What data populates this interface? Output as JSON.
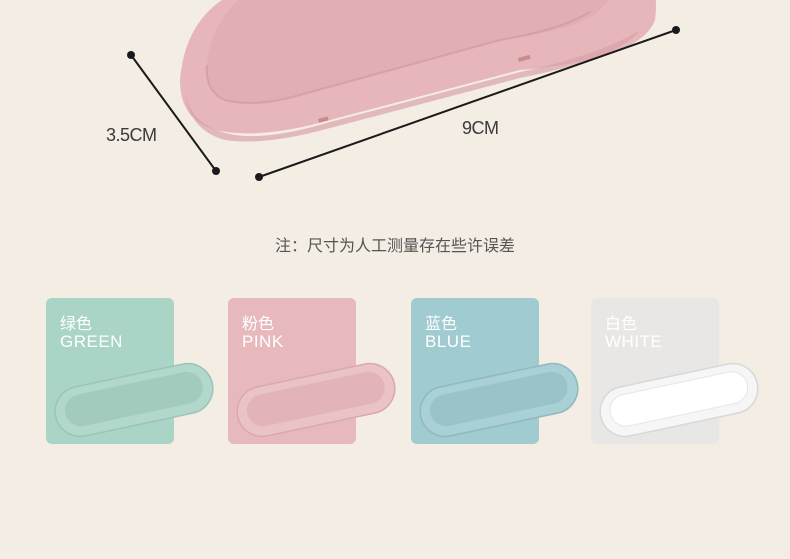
{
  "dimensions": {
    "height": "3.5CM",
    "length": "9CM"
  },
  "note": "注：尺寸为人工测量存在些许误差",
  "colors": [
    {
      "cn": "绿色",
      "en": "GREEN",
      "bg": "#a9d4c6",
      "outer": "#bcdcd2",
      "inner": "#a2cabd"
    },
    {
      "cn": "粉色",
      "en": "PINK",
      "bg": "#e7b9bd",
      "outer": "#eccacc",
      "inner": "#e2b3b7"
    },
    {
      "cn": "蓝色",
      "en": "BLUE",
      "bg": "#9fcbd1",
      "outer": "#b1d5da",
      "inner": "#99c3c9"
    },
    {
      "cn": "白色",
      "en": "WHITE",
      "bg": "#e8e7e6",
      "outer": "#f6f6f6",
      "inner": "#ffffff"
    }
  ],
  "hero_colors": {
    "outer": "#e7b6ba",
    "inner": "#e1aeb3",
    "line": "#1a1a1a"
  }
}
